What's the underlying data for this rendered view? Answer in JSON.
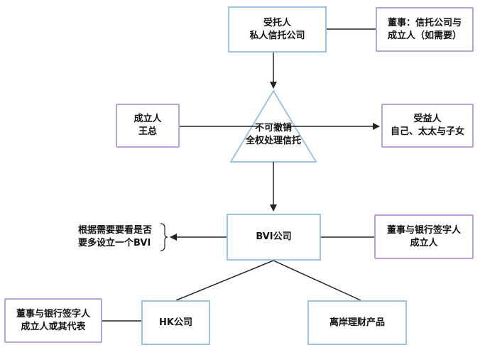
{
  "trustee": {
    "line1": "受托人",
    "line2": "私人信托公司"
  },
  "trustee_directors": {
    "line1": "董事：信托公司与",
    "line2": "成立人（如需要）"
  },
  "settlor": {
    "line1": "成立人",
    "line2": "王总"
  },
  "trust": {
    "line1": "不可撤销",
    "line2": "全权处理信托"
  },
  "beneficiary": {
    "line1": "受益人",
    "line2": "自己、太太与子女"
  },
  "bvi_note": {
    "line1": "根据需要要看是否",
    "line2": "要多设立一个BVI"
  },
  "bvi": {
    "label": "BVI公司"
  },
  "bvi_directors": {
    "line1": "董事与银行签字人",
    "line2": "成立人"
  },
  "hk_directors": {
    "line1": "董事与银行签字人",
    "line2": "成立人或其代表"
  },
  "hk": {
    "label": "HK公司"
  },
  "offshore": {
    "label": "离岸理财产品"
  },
  "colors": {
    "blue_border": "#9dc3e6",
    "purple_border": "#b9a2d8",
    "line": "#222222"
  }
}
